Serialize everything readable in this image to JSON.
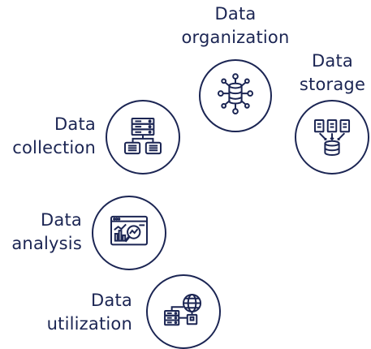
{
  "stages": {
    "organization": {
      "line1": "Data",
      "line2": "organization",
      "icon": "network-database-icon"
    },
    "storage": {
      "line1": "Data",
      "line2": "storage",
      "icon": "documents-to-database-icon"
    },
    "collection": {
      "line1": "Data",
      "line2": "collection",
      "icon": "server-hierarchy-icon"
    },
    "analysis": {
      "line1": "Data",
      "line2": "analysis",
      "icon": "chart-magnifier-icon"
    },
    "utilization": {
      "line1": "Data",
      "line2": "utilization",
      "icon": "globe-server-icon"
    }
  },
  "colors": {
    "ink": "#1b2553",
    "background": "#ffffff"
  }
}
